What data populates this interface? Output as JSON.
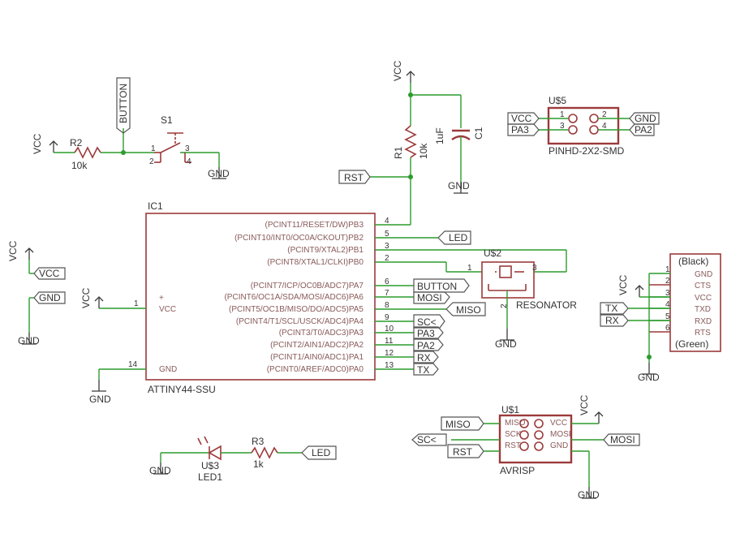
{
  "ic1": {
    "name": "IC1",
    "part": "ATTINY44-SSU",
    "vcc_pin": "VCC",
    "gnd_pin": "GND",
    "plus": "+",
    "right_pins": [
      {
        "text": "(PCINT11/RESET/DW)PB3",
        "num": "4"
      },
      {
        "text": "(PCINT10/INT0/OC0A/CKOUT)PB2",
        "num": "5"
      },
      {
        "text": "(PCINT9/XTAL2)PB1",
        "num": "3"
      },
      {
        "text": "(PCINT8/XTAL1/CLKI)PB0",
        "num": "2"
      },
      {
        "text": "(PCINT7/ICP/OC0B/ADC7)PA7",
        "num": "6"
      },
      {
        "text": "(PCINT6/OC1A/SDA/MOSI/ADC6)PA6",
        "num": "7"
      },
      {
        "text": "(PCINT5/OC1B/MISO/DO/ADC5)PA5",
        "num": "8"
      },
      {
        "text": "(PCINT4/T1/SCL/USCK/ADC4)PA4",
        "num": "9"
      },
      {
        "text": "(PCINT3/T0/ADC3)PA3",
        "num": "10"
      },
      {
        "text": "(PCINT2/AIN1/ADC2)PA2",
        "num": "11"
      },
      {
        "text": "(PCINT1/AIN0/ADC1)PA1",
        "num": "12"
      },
      {
        "text": "(PCINT0/AREF/ADC0)PA0",
        "num": "13"
      }
    ],
    "pin_vcc_num": "1",
    "pin_gnd_num": "14"
  },
  "net_labels": {
    "led": "LED",
    "button": "BUTTON",
    "mosi": "MOSI",
    "miso": "MISO",
    "sc": "SC<",
    "pa3": "PA3",
    "pa2": "PA2",
    "rx": "RX",
    "tx": "TX",
    "rst": "RST",
    "vcc": "VCC",
    "gnd": "GND"
  },
  "power": {
    "vcc": "VCC",
    "gnd": "GND"
  },
  "button_circuit": {
    "r_name": "R2",
    "r_value": "10k",
    "switch": "S1",
    "p1": "1",
    "p2": "2",
    "p3": "3",
    "p4": "4"
  },
  "reset_circuit": {
    "r_name": "R1",
    "r_value": "10k",
    "c_name": "C1",
    "c_value": "1uF"
  },
  "u5": {
    "name": "U$5",
    "part": "PINHD-2X2-SMD",
    "pins": [
      "1",
      "2",
      "3",
      "4"
    ]
  },
  "u2": {
    "name": "U$2",
    "part": "RESONATOR",
    "pins": [
      "1",
      "2",
      "3"
    ]
  },
  "ftdi": {
    "top": "(Black)",
    "bottom": "(Green)",
    "pins": [
      "GND",
      "CTS",
      "VCC",
      "TXD",
      "RXD",
      "RTS"
    ],
    "nums": [
      "1",
      "2",
      "3",
      "4",
      "5",
      "6"
    ]
  },
  "u1": {
    "name": "U$1",
    "part": "AVRISP",
    "left": [
      "MISO",
      "SCK",
      "RST"
    ],
    "right": [
      "VCC",
      "MOSI",
      "GND"
    ]
  },
  "led_circuit": {
    "name": "U$3",
    "part": "LED1",
    "r_name": "R3",
    "r_value": "1k"
  },
  "colors": {
    "component": "#9c3a3a",
    "wire": "#2c9c2c",
    "power": "#3a3a3a"
  }
}
